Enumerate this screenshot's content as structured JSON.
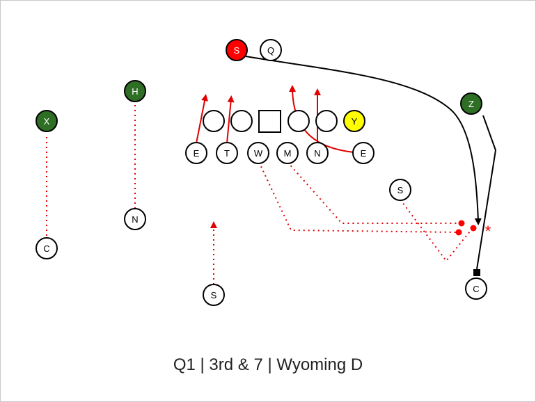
{
  "caption": {
    "quarter": "Q1",
    "down_distance": "3rd & 7",
    "team": "Wyoming D",
    "separator": "|"
  },
  "colors": {
    "offense_green": "#2f6f25",
    "offense_yellow": "#ffff00",
    "highlight_red": "#ff0000",
    "route_black": "#000000",
    "defense_route_red": "#e10000"
  },
  "offense": {
    "split_end": "X",
    "h_back": "H",
    "quarterback": "Q",
    "snapper": "S",
    "tight_end": "Y",
    "flanker": "Z"
  },
  "defense": {
    "corner_left": "C",
    "nickel": "N",
    "end_left": "E",
    "tackle": "T",
    "will": "W",
    "mike": "M",
    "nose": "N",
    "end_right": "E",
    "safety_right": "S",
    "safety_deep": "S",
    "corner_right": "C"
  },
  "annotations": {
    "catch_marker": "*"
  }
}
